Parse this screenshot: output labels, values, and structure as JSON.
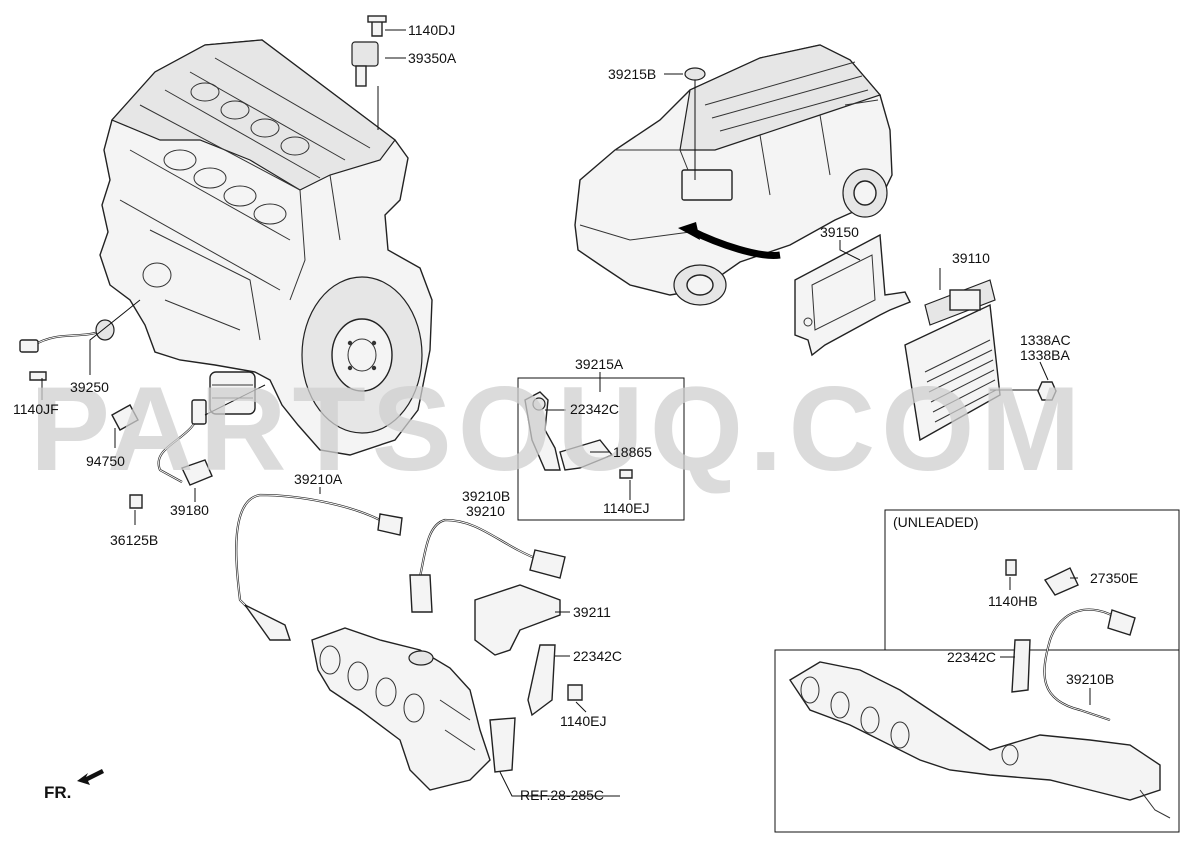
{
  "watermark": "PARTSOUQ.COM",
  "front_indicator": "FR.",
  "inset_title": "(UNLEADED)",
  "reference": "REF.28-285C",
  "labels": {
    "p1140DJ": "1140DJ",
    "p39350A": "39350A",
    "p39215B": "39215B",
    "p39150": "39150",
    "p39110": "39110",
    "p1338AC": "1338AC",
    "p1338BA": "1338BA",
    "p39250": "39250",
    "p1140JF": "1140JF",
    "p94750": "94750",
    "p39180": "39180",
    "p36125B": "36125B",
    "p39215A": "39215A",
    "p22342C_a": "22342C",
    "p18865": "18865",
    "p1140EJ_a": "1140EJ",
    "p39210A": "39210A",
    "p39210B": "39210B",
    "p39210": "39210",
    "p39211": "39211",
    "p22342C_b": "22342C",
    "p1140EJ_b": "1140EJ",
    "p1140HB": "1140HB",
    "p27350E": "27350E",
    "p22342C_c": "22342C",
    "p39210B_b": "39210B"
  }
}
